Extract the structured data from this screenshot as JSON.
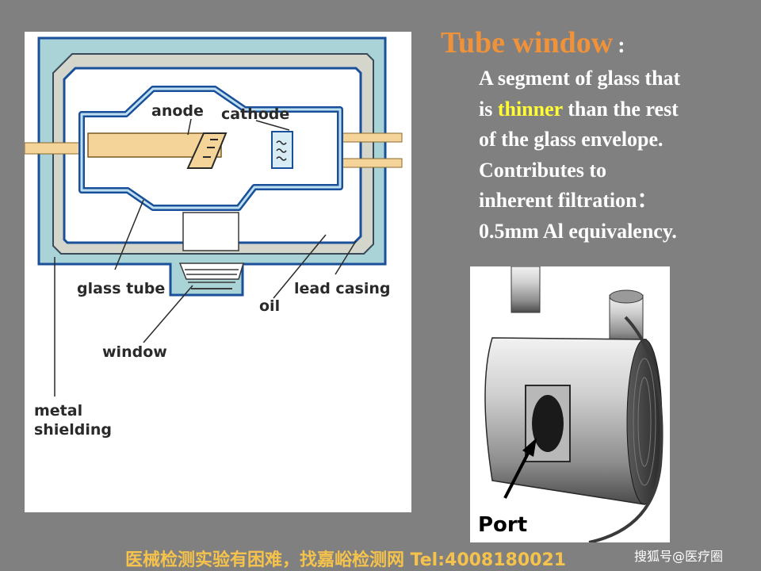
{
  "heading": {
    "title": "Tube window",
    "colon": ":"
  },
  "body": {
    "line1": "A segment of glass that",
    "line2_prefix": "is ",
    "line2_highlight": "thinner",
    "line2_suffix": " than the rest",
    "line3": "of the glass envelope.",
    "line4": "Contributes to",
    "line5": "inherent filtration：",
    "line6": "0.5mm Al equivalency."
  },
  "diagram_labels": {
    "anode": "anode",
    "cathode": "cathode",
    "glass_tube": "glass tube",
    "lead_casing": "lead casing",
    "oil": "oil",
    "window": "window",
    "metal": "metal",
    "shielding": "shielding"
  },
  "photo_labels": {
    "port": "Port"
  },
  "footer": {
    "text": "医械检测实验有困难，找嘉峪检测网 Tel:4008180021"
  },
  "watermark": {
    "text": "搜狐号@医疗圈"
  },
  "colors": {
    "background": "#808080",
    "title": "#f0923a",
    "highlight": "#ffff33",
    "footer": "#f5c24c",
    "metal_shielding": "#a9d3d6",
    "glass": "#1a4f9a",
    "anode": "#f5d49a"
  }
}
